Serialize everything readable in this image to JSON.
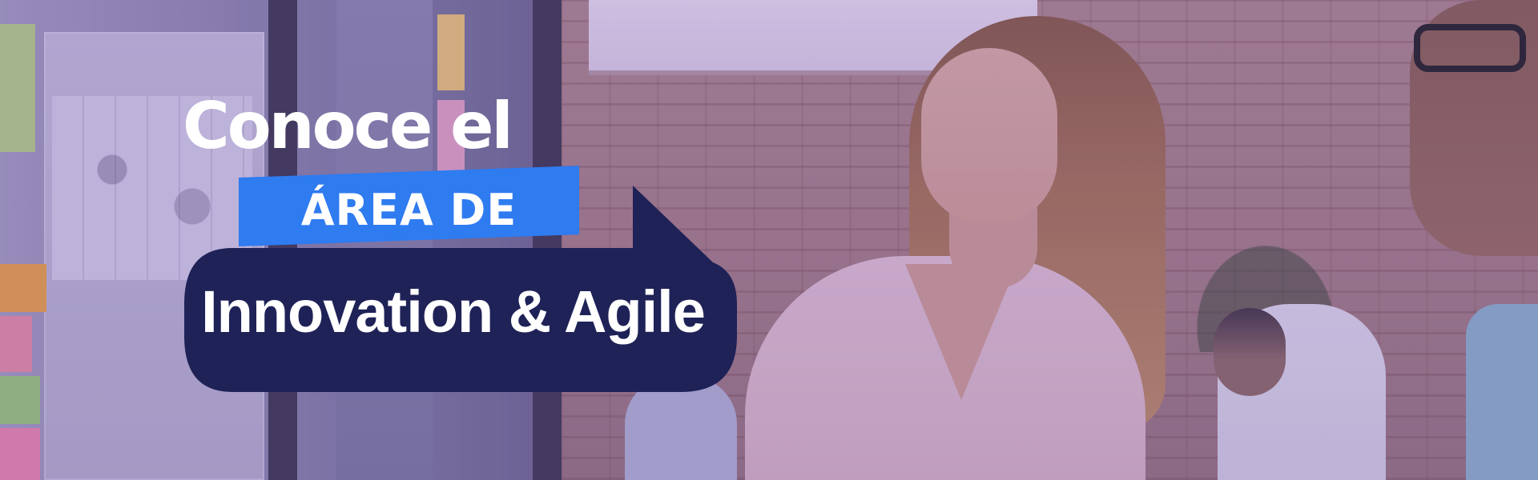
{
  "banner": {
    "headline": "Conoce el",
    "area_label": "ÁREA DE",
    "area_name": "Innovation & Agile"
  },
  "colors": {
    "accent_blue": "#2f7bf0",
    "bubble_navy": "#1f2257",
    "text_white": "#ffffff",
    "tint": "#6e50aa"
  },
  "illustration": {
    "scene": "office-brick-wall-photo",
    "people": [
      "smiling-woman",
      "man-with-glasses",
      "background-man"
    ]
  }
}
